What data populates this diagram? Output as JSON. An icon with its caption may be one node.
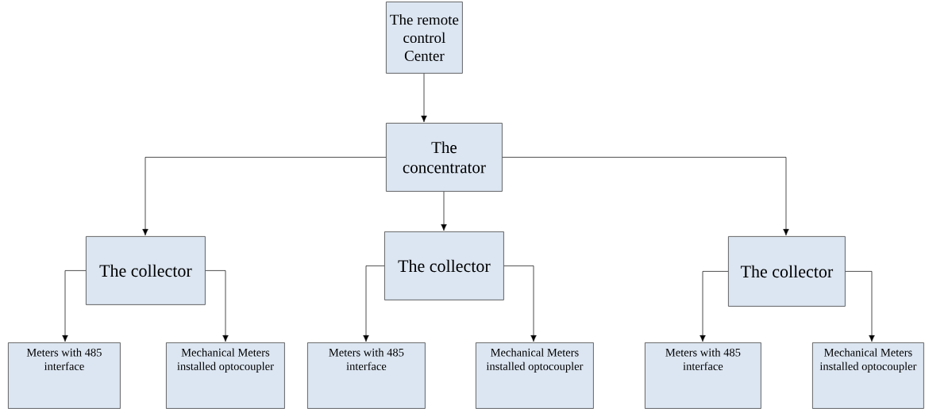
{
  "diagram": {
    "nodes": [
      {
        "text": [
          "The remote control Center"
        ]
      },
      {
        "text": [
          "The concentrator"
        ]
      },
      {
        "text": [
          "The collector"
        ]
      },
      {
        "text": [
          "The collector"
        ]
      },
      {
        "text": [
          "The collector"
        ]
      },
      {
        "text": [
          "Meters with 485 interface"
        ]
      },
      {
        "text": [
          "Mechanical Meters installed optocoupler"
        ]
      },
      {
        "text": [
          "Meters with 485 interface"
        ]
      },
      {
        "text": [
          "Mechanical Meters installed optocoupler"
        ]
      },
      {
        "text": [
          "Meters with 485 interface"
        ]
      },
      {
        "text": [
          "Mechanical Meters installed optocoupler"
        ]
      }
    ],
    "edges": [
      {
        "from": 0,
        "to": 1,
        "arrow": "to"
      },
      {
        "from": 1,
        "to": 2,
        "arrow": "to"
      },
      {
        "from": 1,
        "to": 3,
        "arrow": "to"
      },
      {
        "from": 1,
        "to": 4,
        "arrow": "to"
      },
      {
        "from": 2,
        "to": 5,
        "arrow": "to"
      },
      {
        "from": 2,
        "to": 6,
        "arrow": "to"
      },
      {
        "from": 3,
        "to": 7,
        "arrow": "to"
      },
      {
        "from": 3,
        "to": 8,
        "arrow": "to"
      },
      {
        "from": 4,
        "to": 9,
        "arrow": "to"
      },
      {
        "from": 4,
        "to": 10,
        "arrow": "to"
      }
    ]
  }
}
